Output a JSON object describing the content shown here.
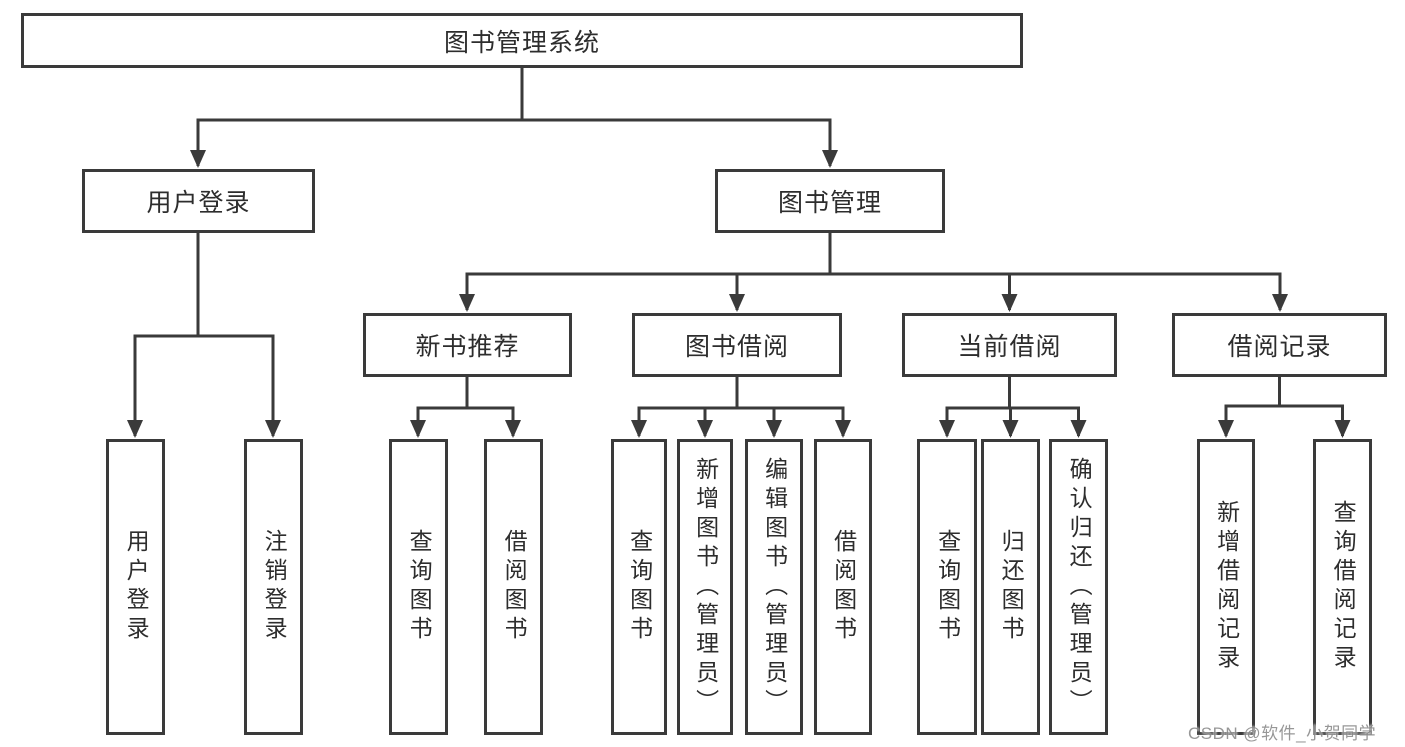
{
  "diagram_type": "functional-structure-tree",
  "tree": {
    "label": "图书管理系统",
    "children": [
      {
        "label": "用户登录",
        "children": [
          {
            "label": "用户登录"
          },
          {
            "label": "注销登录"
          }
        ]
      },
      {
        "label": "图书管理",
        "children": [
          {
            "label": "新书推荐",
            "children": [
              {
                "label": "查询图书"
              },
              {
                "label": "借阅图书"
              }
            ]
          },
          {
            "label": "图书借阅",
            "children": [
              {
                "label": "查询图书"
              },
              {
                "label": "新增图书（管理员）"
              },
              {
                "label": "编辑图书（管理员）"
              },
              {
                "label": "借阅图书"
              }
            ]
          },
          {
            "label": "当前借阅",
            "children": [
              {
                "label": "查询图书"
              },
              {
                "label": "归还图书"
              },
              {
                "label": "确认归还（管理员）"
              }
            ]
          },
          {
            "label": "借阅记录",
            "children": [
              {
                "label": "新增借阅记录"
              },
              {
                "label": "查询借阅记录"
              }
            ]
          }
        ]
      }
    ]
  },
  "watermark": {
    "text": "CSDN @软件_小贺同学"
  },
  "colors": {
    "line": "#3a3a3a",
    "text": "#2d2d2d",
    "background": "#ffffff",
    "watermark": "#8f8f8f"
  }
}
